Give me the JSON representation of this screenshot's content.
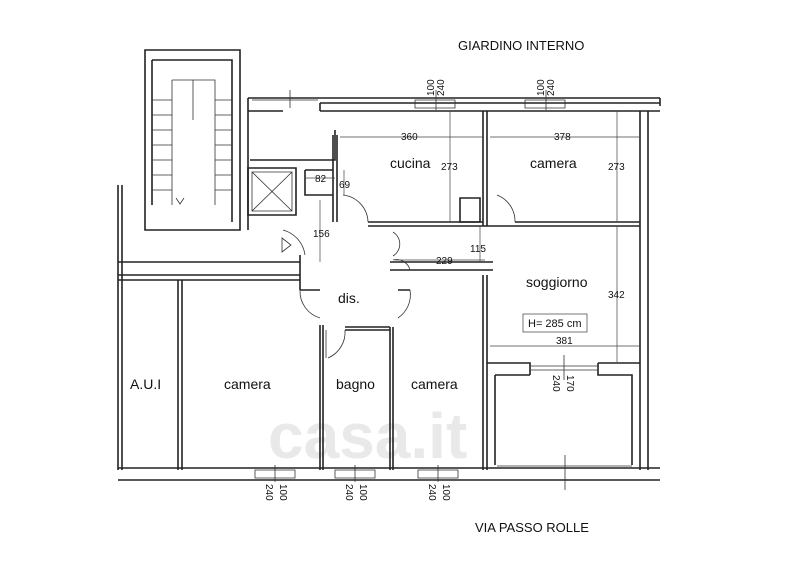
{
  "labels": {
    "top_street": "GIARDINO INTERNO",
    "bottom_street": "VIA PASSO ROLLE",
    "watermark": "casa.it"
  },
  "rooms": {
    "cucina": "cucina",
    "camera_top": "camera",
    "soggiorno": "soggiorno",
    "dis": "dis.",
    "aui": "A.U.I",
    "camera_left": "camera",
    "bagno": "bagno",
    "camera_mid": "camera",
    "height_note": "H= 285 cm"
  },
  "dimensions": {
    "cucina_w": "360",
    "cucina_h": "273",
    "camera_top_w": "378",
    "camera_top_h": "273",
    "niche_w": "82",
    "niche_h": "69",
    "entry": "156",
    "corridor_w": "229",
    "corridor_h": "115",
    "soggiorno_h": "342",
    "soggiorno_w": "381",
    "win_h": "100",
    "win_w": "240",
    "balcony_door_h": "170",
    "balcony_door_w": "240"
  }
}
